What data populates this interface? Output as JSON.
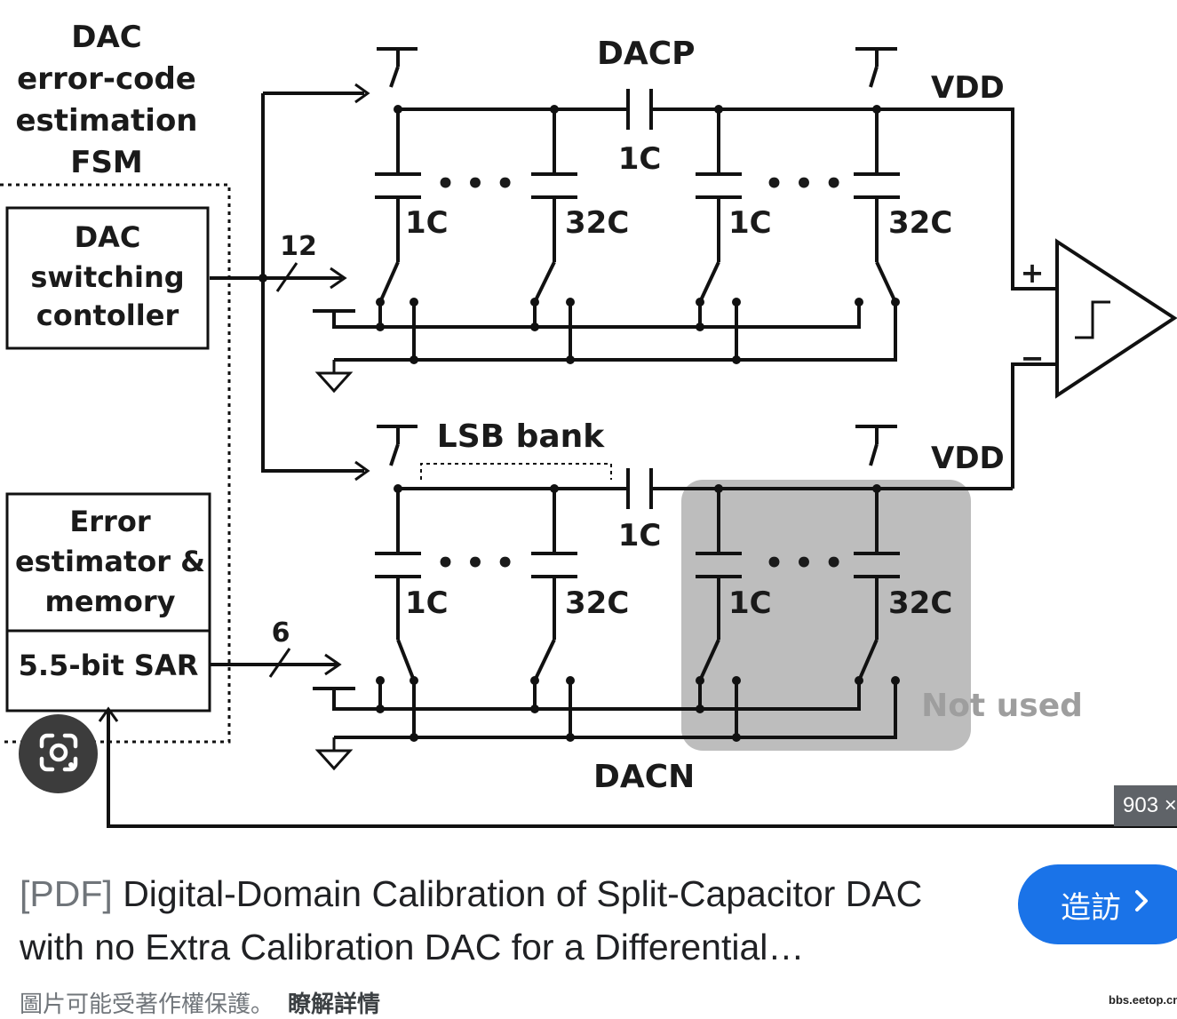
{
  "diagram": {
    "fsm_label_lines": [
      "DAC",
      "error-code",
      "estimation",
      "FSM"
    ],
    "switching_controller_lines": [
      "DAC",
      "switching",
      "contoller"
    ],
    "error_estimator_lines": [
      "Error",
      "estimator &",
      "memory"
    ],
    "sar_label": "5.5-bit SAR",
    "bus_width_top": "12",
    "bus_width_bottom": "6",
    "dac_p_label": "DACP",
    "dac_n_label": "DACN",
    "vdd_top": "VDD",
    "vdd_bottom": "VDD",
    "bridge_cap": "1C",
    "cap_labels": [
      "1C",
      "32C",
      "1C",
      "32C"
    ],
    "lsb_bank_label": "LSB bank",
    "not_used_label": "Not used",
    "plus_sign": "+",
    "minus_sign": "−"
  },
  "image_size_badge": "903 ×",
  "result": {
    "title_prefix": "[PDF]",
    "title": "Digital-Domain Calibration of Split-Capacitor DAC with no Extra Calibration DAC for a Differential…",
    "visit_button": "造訪",
    "copyright_notice": "圖片可能受著作權保護。",
    "learn_more": "瞭解詳情"
  },
  "watermark": "bbs.eetop.cn",
  "colors": {
    "visit_button_bg": "#1a73e8",
    "lens_button_bg": "#3c3c3c",
    "not_used_region": "#bdbdbd"
  },
  "icons": [
    "google-lens-icon",
    "chevron-right-icon"
  ]
}
